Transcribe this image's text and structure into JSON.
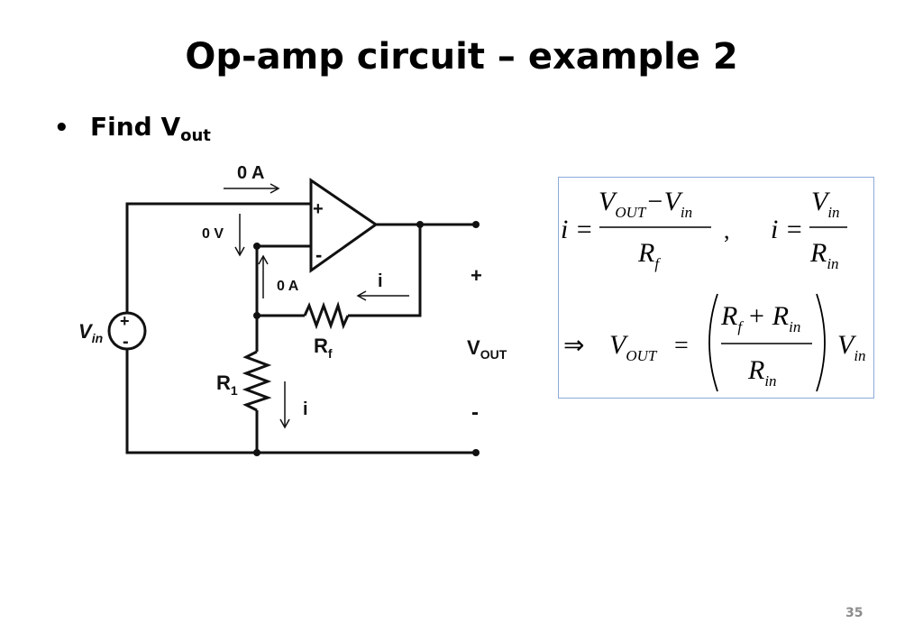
{
  "slide": {
    "title": "Op-amp circuit – example 2",
    "bullet_text": "Find V",
    "bullet_sub": "out",
    "page_number": "35"
  },
  "circuit": {
    "current_top": "0 A",
    "voltage_diff": "0 V",
    "current_minus": "0 A",
    "current_i_feedback": "i",
    "current_i_r1": "i",
    "plus_sign": "+",
    "minus_sign": "-",
    "vin_main": "V",
    "vin_sub": "in",
    "rf_main": "R",
    "rf_sub": "f",
    "r1_main": "R",
    "r1_sub": "1",
    "vout_main": "V",
    "vout_sub": "OUT",
    "vout_plus": "+",
    "vout_minus": "-",
    "src_plus": "+",
    "src_minus": "-"
  },
  "formulas": {
    "eq1_lhs": "i =",
    "eq1_num_v": "V",
    "eq1_num_out": "OUT",
    "eq1_num_minus": "−V",
    "eq1_num_in": "in",
    "eq1_den_r": "R",
    "eq1_den_f": "f",
    "comma": ",",
    "eq2_lhs": "i =",
    "eq2_num_v": "V",
    "eq2_num_in": "in",
    "eq2_den_r": "R",
    "eq2_den_in": "in",
    "implies": "⇒",
    "eq3_v": "V",
    "eq3_out": "OUT",
    "eq3_eq": "=",
    "eq3_num_r": "R",
    "eq3_num_f": "f",
    "eq3_num_plus": "+ R",
    "eq3_num_in": "in",
    "eq3_den_r": "R",
    "eq3_den_in": "in",
    "eq3_vin_v": "V",
    "eq3_vin_in": "in"
  }
}
